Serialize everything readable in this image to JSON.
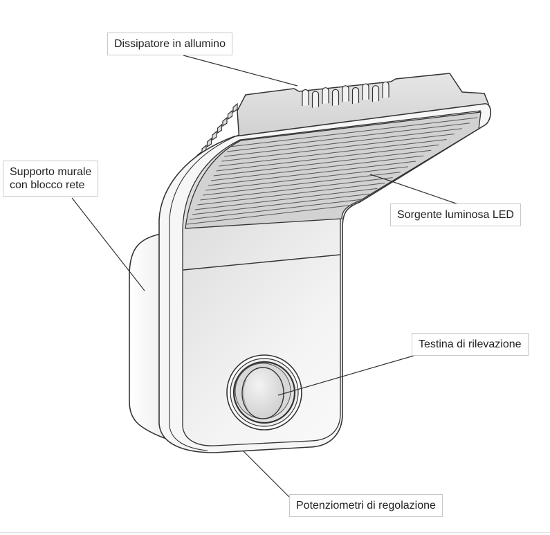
{
  "diagram": {
    "subject": "LED lamp",
    "labels": {
      "heatsink": "Dissipatore in allumino",
      "wall_mount": [
        "Supporto murale",
        "con blocco rete"
      ],
      "led_source": "Sorgente luminosa LED",
      "sensor_head": "Testina di rilevazione",
      "potentiometers": "Potenziometri di regolazione"
    },
    "colors": {
      "outline": "#333333",
      "body": "#f7f7f7",
      "shade": "#d9d9d9",
      "led_fins": "#c9c9c9",
      "leader": "#333333"
    }
  }
}
